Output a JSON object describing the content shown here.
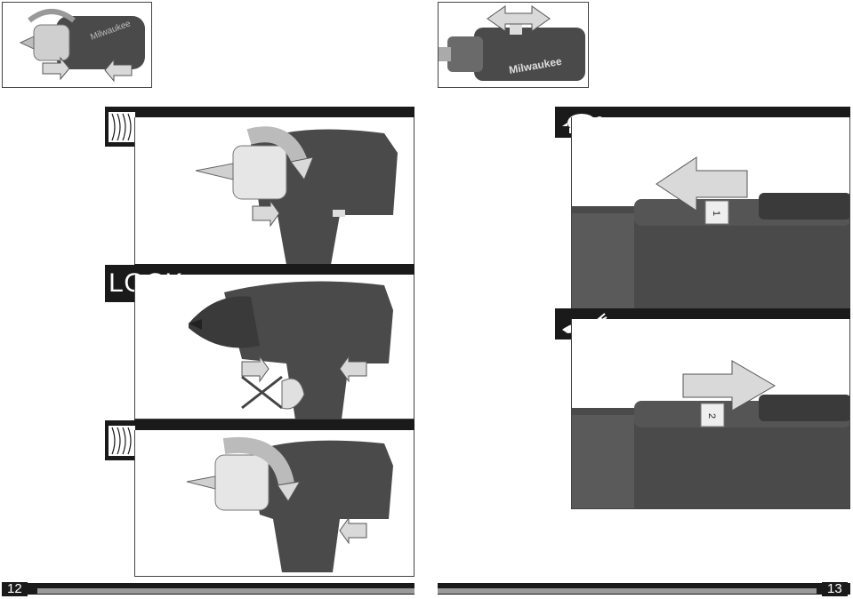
{
  "panels": {
    "lock_label": "LOCK"
  },
  "footer": {
    "left_page": "12",
    "right_page": "13"
  },
  "icons": {
    "loosen": "screw-out-wood-icon",
    "tighten": "screw-in-wood-icon",
    "low_speed": "turtle-icon",
    "high_speed": "rabbit-icon"
  },
  "gear_labels": {
    "first": "1",
    "second": "2"
  },
  "colors": {
    "tool_body": "#4a4a4a",
    "tool_dark": "#2e2e2e",
    "arrow_fill": "#d9d9d9",
    "bar": "#1a1a1a"
  }
}
